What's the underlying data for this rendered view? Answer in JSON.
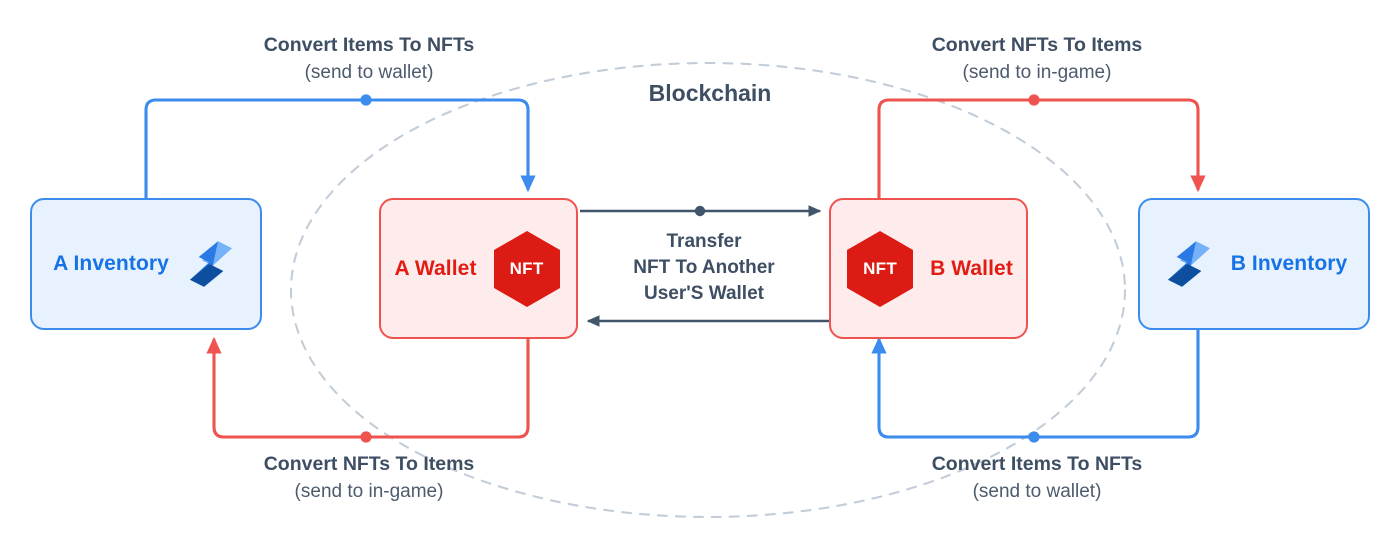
{
  "diagram": {
    "title": "Blockchain",
    "center_arrows": {
      "transfer_line1": "Transfer",
      "transfer_line2": "NFT To Another",
      "transfer_line3": "User'S Wallet"
    },
    "nodes": [
      {
        "id": "a-inventory",
        "label": "A Inventory",
        "icon": "inventory-bolt-icon",
        "kind": "inventory"
      },
      {
        "id": "a-wallet",
        "label": "A Wallet",
        "icon": "nft-hexagon-icon",
        "kind": "wallet",
        "badge": "NFT"
      },
      {
        "id": "b-wallet",
        "label": "B Wallet",
        "icon": "nft-hexagon-icon",
        "kind": "wallet",
        "badge": "NFT"
      },
      {
        "id": "b-inventory",
        "label": "B Inventory",
        "icon": "inventory-bolt-icon",
        "kind": "inventory"
      }
    ],
    "captions": {
      "top_left": {
        "title": "Convert Items To NFTs",
        "sub": "(send to wallet)"
      },
      "top_right": {
        "title": "Convert NFTs To Items",
        "sub": "(send to in-game)"
      },
      "bottom_left": {
        "title": "Convert NFTs To Items",
        "sub": "(send to in-game)"
      },
      "bottom_right": {
        "title": "Convert Items To NFTs",
        "sub": "(send to wallet)"
      }
    },
    "colors": {
      "blue_line": "#3b8ced",
      "blue_fill": "#e8f1fe",
      "blue_text": "#1573e6",
      "red_line": "#ef5350",
      "red_fill": "#fdeceb",
      "red_text": "#e21b13",
      "nft_red": "#dc1c14",
      "slate_text": "#3e4e63",
      "transfer_arrow": "#41556b",
      "ellipse_dash": "#c3cdd8",
      "bolt_light": "#76b2f8",
      "bolt_mid": "#2a7ae6",
      "bolt_dark": "#0d4f9e"
    }
  }
}
